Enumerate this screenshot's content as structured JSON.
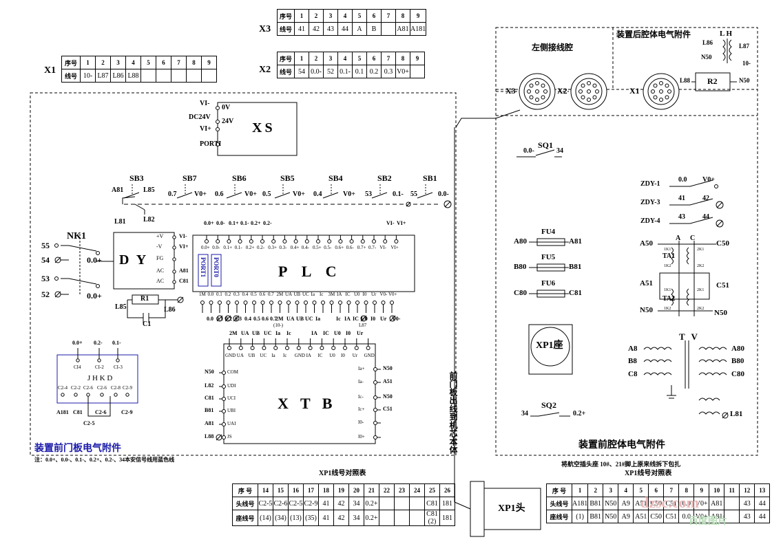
{
  "x1_table": {
    "label": "X1",
    "rows": [
      [
        "序号",
        "1",
        "2",
        "3",
        "4",
        "5",
        "6",
        "7",
        "8",
        "9"
      ],
      [
        "线号",
        "10-",
        "L87",
        "L86",
        "L88",
        "",
        "",
        "",
        "",
        ""
      ]
    ]
  },
  "x2_table": {
    "label": "X2",
    "rows": [
      [
        "序号",
        "1",
        "2",
        "3",
        "4",
        "5",
        "6",
        "7",
        "8",
        "9"
      ],
      [
        "线号",
        "54",
        "0.0-",
        "52",
        "0.1-",
        "0.1",
        "0.2",
        "0.3",
        "V0+",
        ""
      ]
    ]
  },
  "x3_table": {
    "label": "X3",
    "rows": [
      [
        "序号",
        "1",
        "2",
        "3",
        "4",
        "5",
        "6",
        "7",
        "8",
        "9"
      ],
      [
        "线号",
        "41",
        "42",
        "43",
        "44",
        "A",
        "B",
        "",
        "A81",
        "A181"
      ]
    ]
  },
  "xs": {
    "title": "XS",
    "pins": [
      "VI-",
      "DC24V",
      "VI+",
      "PORTI"
    ],
    "pin_values": [
      "0V",
      "24V",
      "",
      ""
    ]
  },
  "switches": [
    "SB3",
    "SB7",
    "SB6",
    "SB5",
    "SB4",
    "SB2",
    "SB1"
  ],
  "switch_wires": [
    "A81",
    "L85",
    "0.7",
    "V0+",
    "0.6",
    "V0+",
    "0.5",
    "V0+",
    "0.4",
    "V0+",
    "53",
    "0.1-",
    "55",
    "0.0-",
    "L81",
    "L82"
  ],
  "nk1": {
    "label": "NK1",
    "terminals": [
      "55",
      "54",
      "53",
      "52"
    ],
    "outs": [
      "0.0+",
      "0.0+"
    ]
  },
  "dy": {
    "title": "D Y",
    "pins": [
      "+V",
      "-V",
      "FG",
      "AC",
      "AC"
    ],
    "outs": [
      "VI-",
      "VI+",
      "",
      "A81",
      "C81"
    ]
  },
  "r1": {
    "label": "R1",
    "c": "C1",
    "left": "L85",
    "right": "L86"
  },
  "plc": {
    "title": "P L C",
    "ports": [
      "PORT1",
      "PORT0"
    ],
    "top_labels": [
      "0.0+",
      "0.0-",
      "0.1+",
      "0.1-",
      "0.2+",
      "0.2-",
      "VI-",
      "VI+"
    ],
    "top_pins": [
      "0.0+",
      "0.0-",
      "0.1+",
      "0.1-",
      "0.2+",
      "0.2-",
      "0.3+",
      "0.3-",
      "0.4+",
      "0.4-",
      "0.5+",
      "0.5-",
      "0.6+",
      "0.6-",
      "0.7+",
      "0.7-",
      "VI-",
      "VI+"
    ],
    "bot_pins": [
      "1M",
      "0.0",
      "0.1",
      "0.2",
      "0.3",
      "0.4",
      "0.5",
      "0.6",
      "0.7",
      "2M",
      "UA",
      "UB",
      "UC",
      "Ia",
      "Ic",
      "3M",
      "IA",
      "IC",
      "U0",
      "I0",
      "Ur",
      "V0-",
      "V0+"
    ],
    "bot_labels": [
      "0.0",
      "0.1",
      "0.2",
      "0.3",
      "0.4",
      "0.5",
      "0.6",
      "0.7",
      "2M",
      "UA",
      "UB",
      "UC",
      "Ia",
      "Ic",
      "IA",
      "IC",
      "U0",
      "I0",
      "Ur",
      "V0-"
    ],
    "extra": [
      "(10-)",
      "L87"
    ]
  },
  "xtb": {
    "title": "X T B",
    "top_labels": [
      "2M",
      "UA",
      "UB",
      "UC",
      "Ia",
      "Ic",
      "IA",
      "IC",
      "U0",
      "I0",
      "Ur"
    ],
    "top_pins": [
      "GND",
      "UA",
      "UB",
      "UC",
      "Ia",
      "Ic",
      "GND",
      "IA",
      "IC",
      "U0",
      "I0",
      "Ur",
      "GND"
    ],
    "left_pins": [
      "COM",
      "UDI",
      "UCI",
      "UBI",
      "UAI",
      "JS"
    ],
    "left_labels": [
      "N50",
      "L82",
      "C81",
      "B81",
      "A81",
      "L88"
    ],
    "right_pins": [
      "Ia+",
      "Ia-",
      "Ic-",
      "Ic+",
      "I0-",
      "I0+"
    ],
    "right_labels": [
      "N50",
      "A51",
      "N50",
      "C51",
      "",
      ""
    ]
  },
  "jhkd": {
    "title": "J H K D",
    "top": [
      "0.0+",
      "0.2-",
      "0.1-"
    ],
    "top_pins": [
      "CI4",
      "CI-2",
      "CI-3"
    ],
    "bot_pins": [
      "C2-4",
      "C2-2",
      "C2-6",
      "C2-6",
      "C2-8",
      "C2-9"
    ],
    "bot": [
      "A181",
      "C81",
      "C2-6",
      "C2-9"
    ],
    "extra": "C2-5"
  },
  "front_door_title": "装置前门板电气附件",
  "note": "注：0.0+、0.0-、0.1-、0.2+、0.2-、34本安信号线用蓝色线",
  "vertical_note": "前门板出线到机芯本体",
  "left_cavity": "左侧接线腔",
  "rear_cavity": "装置后腔体电气附件",
  "front_cavity": "装置前腔体电气附件",
  "connectors": [
    "X3",
    "X2",
    "X1"
  ],
  "lh": {
    "label": "L H",
    "pins": [
      "L86",
      "N50",
      "L87",
      "10-"
    ]
  },
  "r2": {
    "label": "R2",
    "left": "L88",
    "right": "N50"
  },
  "sq1": {
    "label": "SQ1",
    "left": "0.0-",
    "right": "34"
  },
  "sq2": {
    "label": "SQ2",
    "left": "34",
    "right": "0.2+"
  },
  "zdy": [
    {
      "label": "ZDY-1",
      "a": "0.0",
      "b": "V0+"
    },
    {
      "label": "ZDY-3",
      "a": "41",
      "b": "42"
    },
    {
      "label": "ZDY-4",
      "a": "43",
      "b": "44"
    }
  ],
  "fuses": [
    {
      "label": "FU4",
      "a": "A80",
      "b": "A81"
    },
    {
      "label": "FU5",
      "a": "B80",
      "b": "B81"
    },
    {
      "label": "FU6",
      "a": "C80",
      "b": "C81"
    }
  ],
  "ta": {
    "ta1": "TA1",
    "ta2": "TA2",
    "a": "A",
    "c": "C",
    "left": [
      "A50",
      "A51",
      "N50"
    ],
    "right": [
      "C50",
      "C51",
      "N50"
    ],
    "k": [
      "1K1",
      "1K2",
      "1K1",
      "1K2",
      "2K1",
      "2K2",
      "2K1",
      "2K2"
    ]
  },
  "tv": {
    "label": "T V",
    "left": [
      "A8",
      "B8",
      "C8"
    ],
    "right": [
      "A80",
      "B80",
      "C80"
    ],
    "extra": "L81"
  },
  "xp1_seat": "XP1座",
  "xp1_head": "XP1头",
  "xp1_table_left": {
    "title": "XP1线号对照表",
    "rows": [
      [
        "序 号",
        "14",
        "15",
        "16",
        "17",
        "18",
        "19",
        "20",
        "21",
        "22",
        "23",
        "24",
        "25",
        "26"
      ],
      [
        "头线号",
        "C2-5",
        "C2-6",
        "C2-5",
        "C2-9",
        "41",
        "42",
        "34",
        "0.2+",
        "",
        "",
        "",
        "C81",
        "181"
      ],
      [
        "座线号",
        "(14)",
        "(34)",
        "(13)",
        "(35)",
        "41",
        "42",
        "34",
        "0.2+",
        "",
        "",
        "",
        "C81 (2)",
        "181"
      ]
    ]
  },
  "xp1_table_right": {
    "title_top": "将航空插头座 10#、21#脚上原来线拆下包扎",
    "title": "XP1线号对照表",
    "rows": [
      [
        "序 号",
        "1",
        "2",
        "3",
        "4",
        "5",
        "6",
        "7",
        "8",
        "9",
        "10",
        "11",
        "12",
        "13"
      ],
      [
        "头线号",
        "A181",
        "B81",
        "N50",
        "A9",
        "A51",
        "C50",
        "C51",
        "0.0",
        "V0+",
        "A81",
        "",
        "43",
        "44"
      ],
      [
        "座线号",
        "(1)",
        "B81",
        "N50",
        "A9",
        "A51",
        "C50",
        "C51",
        "0.0",
        "V0+",
        "A81",
        "",
        "43",
        "44"
      ]
    ]
  },
  "watermark": "dzsc.com",
  "watermark2": "百度图片"
}
